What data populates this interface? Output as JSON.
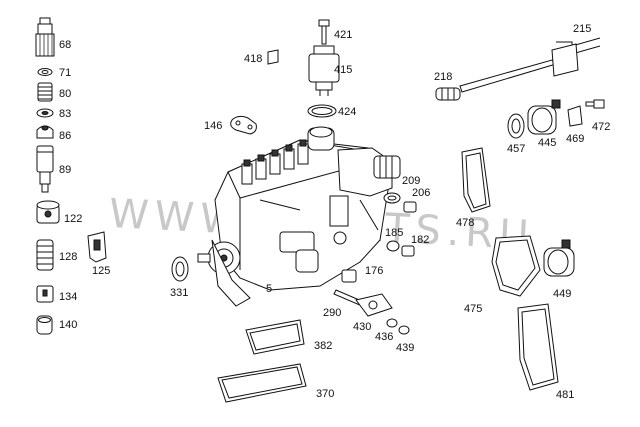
{
  "watermark": "WWW.EPCATS.RU",
  "labels": {
    "p68": "68",
    "p71": "71",
    "p80": "80",
    "p83": "83",
    "p86": "86",
    "p89": "89",
    "p122": "122",
    "p125": "125",
    "p128": "128",
    "p134": "134",
    "p140": "140",
    "p146": "146",
    "p418": "418",
    "p421": "421",
    "p415": "415",
    "p424": "424",
    "p215": "215",
    "p218": "218",
    "p457": "457",
    "p445": "445",
    "p469": "469",
    "p472": "472",
    "p478": "478",
    "p209": "209",
    "p206": "206",
    "p185": "185",
    "p182": "182",
    "p176": "176",
    "p331": "331",
    "p5": "5",
    "p290": "290",
    "p430": "430",
    "p436": "436",
    "p439": "439",
    "p382": "382",
    "p370": "370",
    "p475": "475",
    "p449": "449",
    "p481": "481"
  }
}
